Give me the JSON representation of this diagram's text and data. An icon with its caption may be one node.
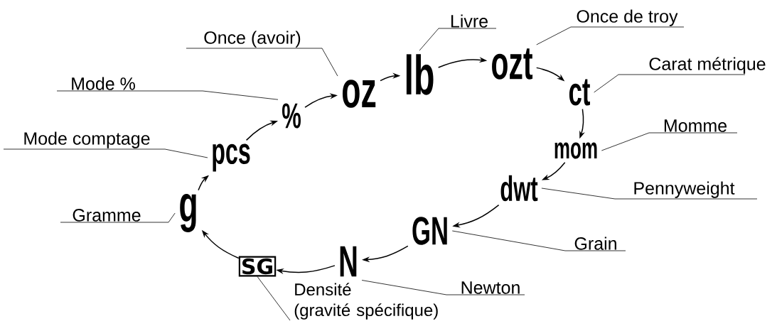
{
  "diagram": {
    "nodes": [
      {
        "text": [
          "g"
        ]
      },
      {
        "text": [
          "pcs"
        ]
      },
      {
        "text": [
          "%"
        ]
      },
      {
        "text": [
          "oz"
        ]
      },
      {
        "text": [
          "lb"
        ]
      },
      {
        "text": [
          "ozt"
        ]
      },
      {
        "text": [
          "ct"
        ]
      },
      {
        "text": [
          "mom"
        ]
      },
      {
        "text": [
          "dwt"
        ]
      },
      {
        "text": [
          "GN"
        ]
      },
      {
        "text": [
          "N"
        ]
      },
      {
        "text": [
          "SG"
        ]
      },
      {
        "text": [
          "Gramme"
        ]
      },
      {
        "text": [
          "Mode comptage"
        ]
      },
      {
        "text": [
          "Mode %"
        ]
      },
      {
        "text": [
          "Once (avoir)"
        ]
      },
      {
        "text": [
          "Livre"
        ]
      },
      {
        "text": [
          "Once de troy"
        ]
      },
      {
        "text": [
          "Carat métrique"
        ]
      },
      {
        "text": [
          "Momme"
        ]
      },
      {
        "text": [
          "Pennyweight"
        ]
      },
      {
        "text": [
          "Grain"
        ]
      },
      {
        "text": [
          "Newton"
        ]
      },
      {
        "text": [
          "Densité (gravité spécifique)"
        ]
      }
    ],
    "edges": [
      {
        "from": 0,
        "to": 1,
        "arrow": "to"
      },
      {
        "from": 1,
        "to": 2,
        "arrow": "to"
      },
      {
        "from": 2,
        "to": 3,
        "arrow": "to"
      },
      {
        "from": 3,
        "to": 4,
        "arrow": "to"
      },
      {
        "from": 4,
        "to": 5,
        "arrow": "to"
      },
      {
        "from": 5,
        "to": 6,
        "arrow": "to"
      },
      {
        "from": 6,
        "to": 7,
        "arrow": "to"
      },
      {
        "from": 7,
        "to": 8,
        "arrow": "to"
      },
      {
        "from": 8,
        "to": 9,
        "arrow": "to"
      },
      {
        "from": 9,
        "to": 10,
        "arrow": "to"
      },
      {
        "from": 10,
        "to": 11,
        "arrow": "to"
      },
      {
        "from": 11,
        "to": 0,
        "arrow": "to"
      },
      {
        "from": 12,
        "to": 0,
        "arrow": "none"
      },
      {
        "from": 13,
        "to": 1,
        "arrow": "none"
      },
      {
        "from": 14,
        "to": 2,
        "arrow": "none"
      },
      {
        "from": 15,
        "to": 3,
        "arrow": "none"
      },
      {
        "from": 16,
        "to": 4,
        "arrow": "none"
      },
      {
        "from": 17,
        "to": 5,
        "arrow": "none"
      },
      {
        "from": 18,
        "to": 6,
        "arrow": "none"
      },
      {
        "from": 19,
        "to": 7,
        "arrow": "none"
      },
      {
        "from": 20,
        "to": 8,
        "arrow": "none"
      },
      {
        "from": 21,
        "to": 9,
        "arrow": "none"
      },
      {
        "from": 22,
        "to": 10,
        "arrow": "none"
      },
      {
        "from": 23,
        "to": 11,
        "arrow": "none"
      }
    ]
  }
}
